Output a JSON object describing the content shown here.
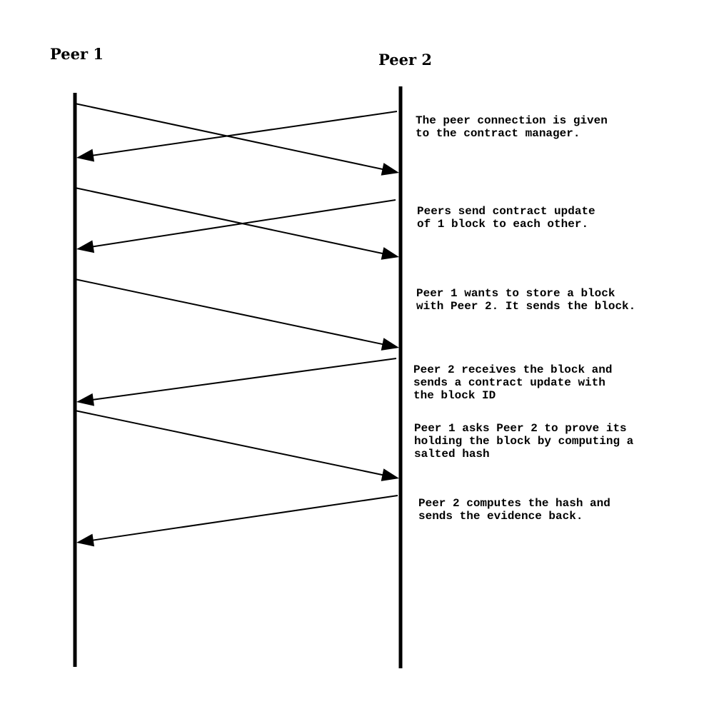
{
  "peers": {
    "left": "Peer 1",
    "right": "Peer 2"
  },
  "notes": [
    [
      "The peer connection is given",
      "to the contract manager."
    ],
    [
      "Peers send contract update",
      "of 1 block to each other."
    ],
    [
      "Peer 1 wants to store a block",
      "with Peer 2. It sends the block."
    ],
    [
      "Peer 2 receives the block and",
      "sends a contract update with",
      "the block ID"
    ],
    [
      "Peer 1 asks Peer 2 to prove its",
      "holding the block by computing a",
      "salted hash"
    ],
    [
      "Peer 2 computes the hash and",
      "sends the evidence back."
    ]
  ],
  "messages": [
    {
      "from": "Peer 1",
      "to": "Peer 2",
      "step": 1
    },
    {
      "from": "Peer 2",
      "to": "Peer 1",
      "step": 1
    },
    {
      "from": "Peer 1",
      "to": "Peer 2",
      "step": 2
    },
    {
      "from": "Peer 2",
      "to": "Peer 1",
      "step": 2
    },
    {
      "from": "Peer 1",
      "to": "Peer 2",
      "step": 3
    },
    {
      "from": "Peer 2",
      "to": "Peer 1",
      "step": 4
    },
    {
      "from": "Peer 1",
      "to": "Peer 2",
      "step": 5
    },
    {
      "from": "Peer 2",
      "to": "Peer 1",
      "step": 6
    }
  ],
  "colors": {
    "line": "#000000",
    "background": "#ffffff"
  }
}
